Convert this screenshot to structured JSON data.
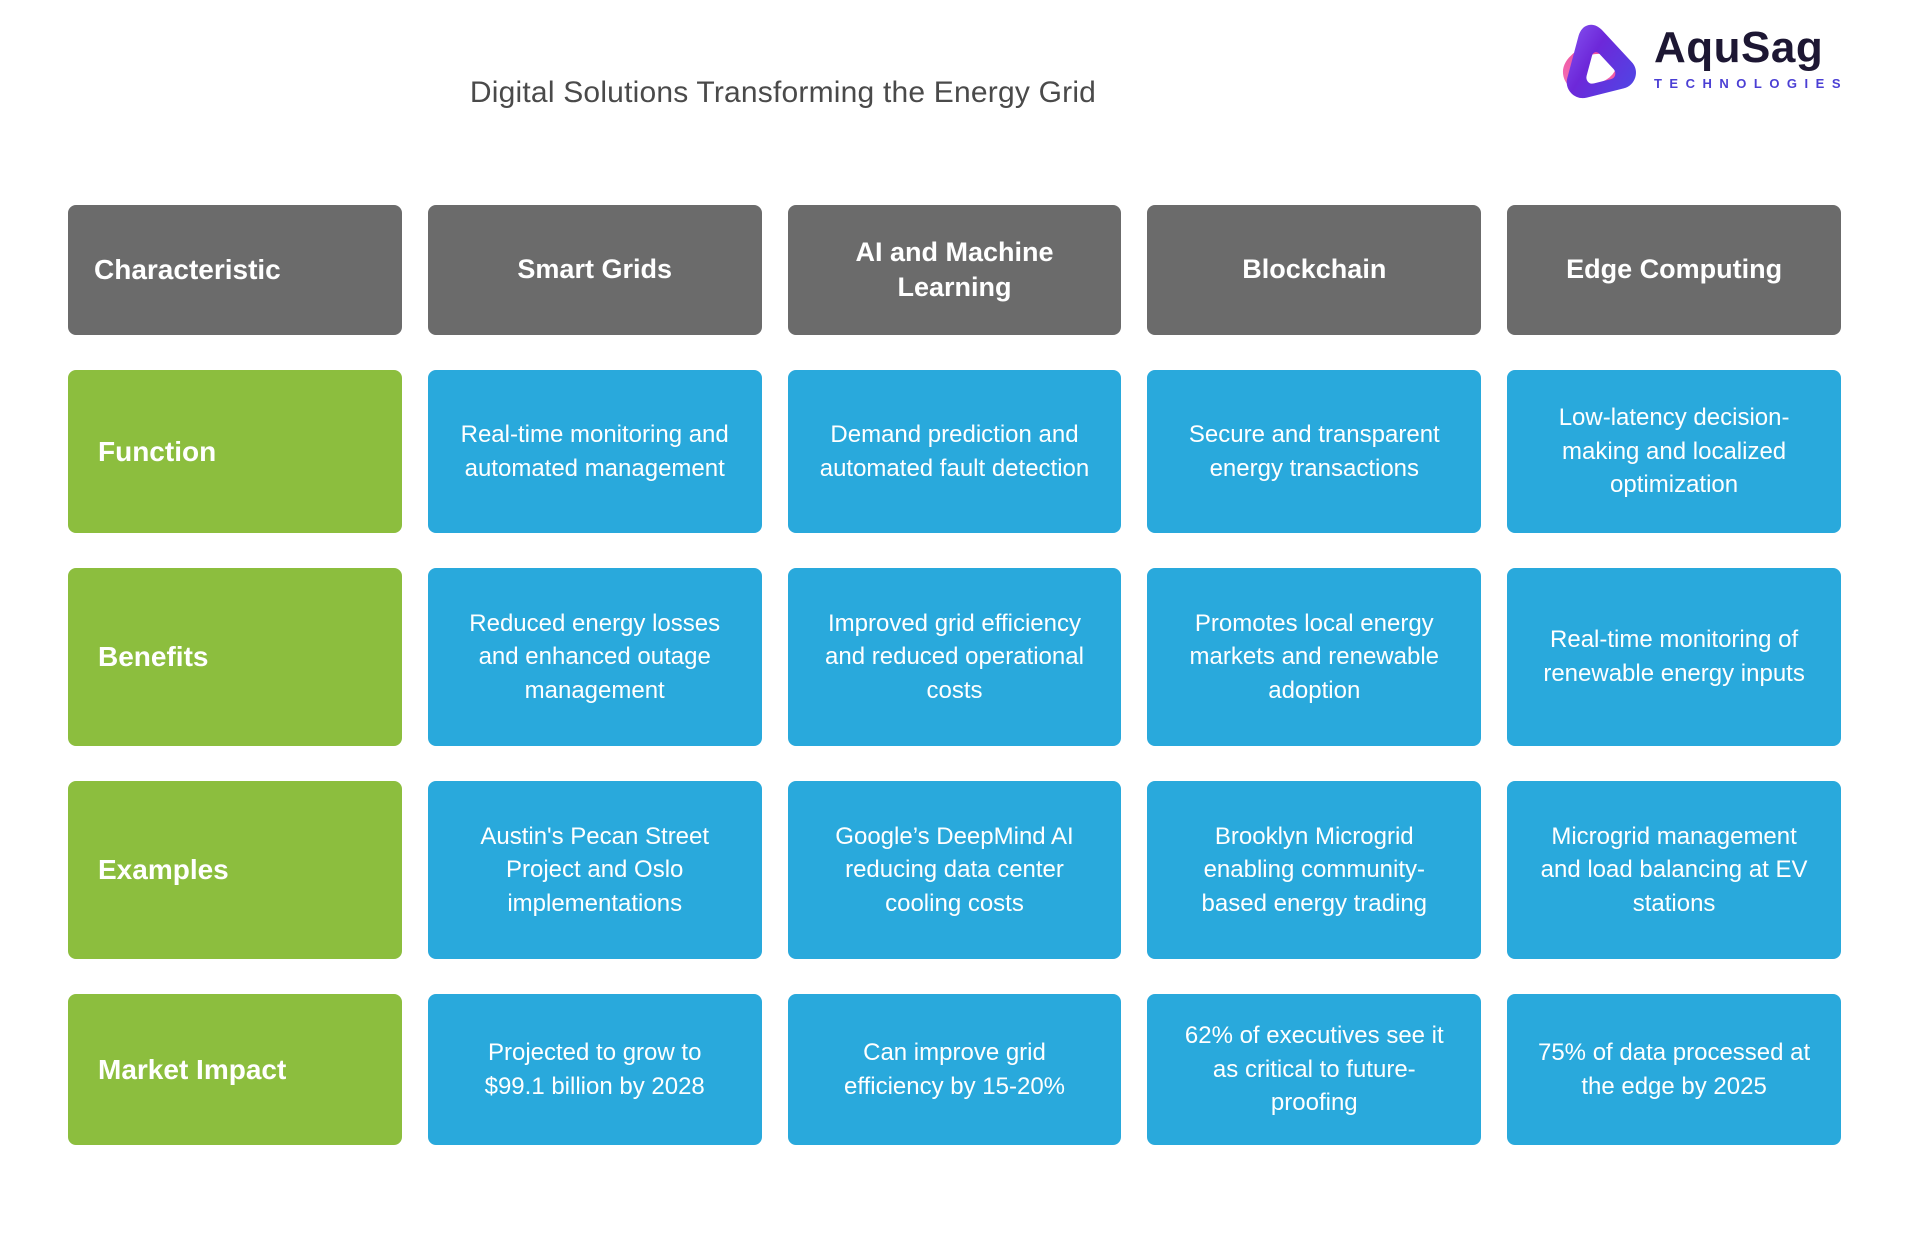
{
  "title": "Digital Solutions Transforming the Energy Grid",
  "logo": {
    "name": "AquSag",
    "subtitle": "TECHNOLOGIES"
  },
  "colors": {
    "title_color": "#4a4a4a",
    "header_bg": "#6b6b6b",
    "row_label_bg": "#8cbe3e",
    "cell_bg": "#29a9dc",
    "logo_text": "#1d1733",
    "logo_subtitle": "#4b3fd4",
    "logo_gradient_start": "#8b5cf6",
    "logo_gradient_end": "#4f46e5",
    "logo_accent_pink": "#ec4899"
  },
  "chart_data": {
    "type": "table",
    "title": "Digital Solutions Transforming the Energy Grid",
    "columns": [
      "Characteristic",
      "Smart Grids",
      "AI and Machine Learning",
      "Blockchain",
      "Edge Computing"
    ],
    "rows": [
      {
        "label": "Function",
        "values": [
          "Real-time monitoring and automated management",
          "Demand prediction and automated fault detection",
          "Secure and transparent energy transactions",
          "Low-latency decision-making and localized optimization"
        ]
      },
      {
        "label": "Benefits",
        "values": [
          "Reduced energy losses and enhanced outage management",
          "Improved grid efficiency and reduced operational costs",
          "Promotes local energy markets and renewable adoption",
          "Real-time monitoring of renewable energy inputs"
        ]
      },
      {
        "label": "Examples",
        "values": [
          "Austin's Pecan Street Project and Oslo implementations",
          "Google’s DeepMind AI reducing data center cooling costs",
          "Brooklyn Microgrid enabling community-based energy trading",
          "Microgrid management and load balancing at EV stations"
        ]
      },
      {
        "label": "Market Impact",
        "values": [
          "Projected to grow to $99.1 billion by 2028",
          "Can improve grid efficiency by 15-20%",
          "62% of executives see it as critical to future-proofing",
          "75% of data processed at the edge by 2025"
        ]
      }
    ]
  }
}
